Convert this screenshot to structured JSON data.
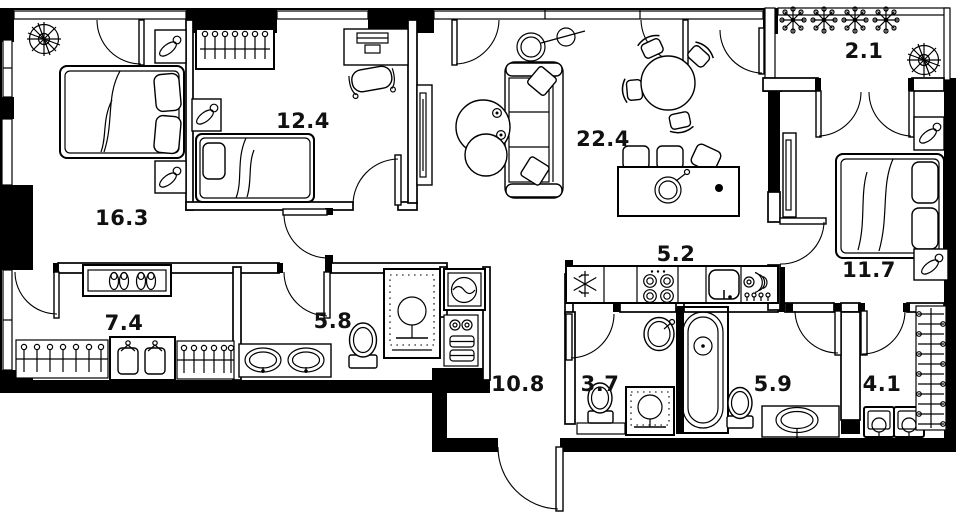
{
  "plan": {
    "type": "apartment-floor-plan",
    "units": "m2",
    "colors": {
      "walls": "#000000",
      "background": "#ffffff",
      "lines": "#111111"
    },
    "total_rooms": 12
  },
  "rooms": [
    {
      "id": "bedroom-main",
      "label": "16.3",
      "furniture": [
        "plant-icon",
        "double-bed",
        "pillows",
        "nightstand-lamp-icon",
        "nightstand-lamp-icon",
        "window-casement"
      ]
    },
    {
      "id": "bedroom-second",
      "label": "12.4",
      "furniture": [
        "wardrobe-hangers",
        "desk",
        "desk-chair",
        "single-bed",
        "nightstand-lamp-icon"
      ]
    },
    {
      "id": "living-room",
      "label": "22.4",
      "furniture": [
        "floor-lamp-icon",
        "sofa",
        "throw-pillows",
        "coffee-tables",
        "dining-table",
        "dining-chairs",
        "kitchen-island",
        "bar-stools",
        "tv-cabinet"
      ]
    },
    {
      "id": "balcony",
      "label": "2.1",
      "furniture": [
        "flower-icons",
        "plant-icon"
      ]
    },
    {
      "id": "kitchen-niche",
      "label": "5.2",
      "furniture": [
        "freezer-snowflake-icon",
        "cooktop-burners-icon",
        "kitchen-sink",
        "dish-rack-icon"
      ]
    },
    {
      "id": "bedroom-third",
      "label": "11.7",
      "furniture": [
        "tv-panel",
        "double-bed",
        "pillows",
        "nightstand-lamp-icon",
        "nightstand-lamp-icon",
        "french-balcony-doors"
      ]
    },
    {
      "id": "wardrobe-hall",
      "label": "7.4",
      "furniture": [
        "shoe-shelf",
        "slippers-icon",
        "clothes-rail",
        "wardrobe-shirts",
        "clothes-rail"
      ]
    },
    {
      "id": "bathroom-main",
      "label": "5.8",
      "furniture": [
        "double-vanity-sinks",
        "toilet",
        "shower",
        "washing-machine-icon",
        "towel-shelf"
      ]
    },
    {
      "id": "entrance-hall",
      "label": "10.8",
      "furniture": [
        "entry-door"
      ]
    },
    {
      "id": "wc",
      "label": "3.7",
      "furniture": [
        "wall-sink",
        "toilet",
        "shower"
      ]
    },
    {
      "id": "bathroom-second",
      "label": "5.9",
      "furniture": [
        "bathtub",
        "toilet",
        "vanity-sink"
      ]
    },
    {
      "id": "laundry-storage",
      "label": "4.1",
      "furniture": [
        "washer-icon",
        "dryer-icon",
        "drying-rack"
      ]
    }
  ]
}
